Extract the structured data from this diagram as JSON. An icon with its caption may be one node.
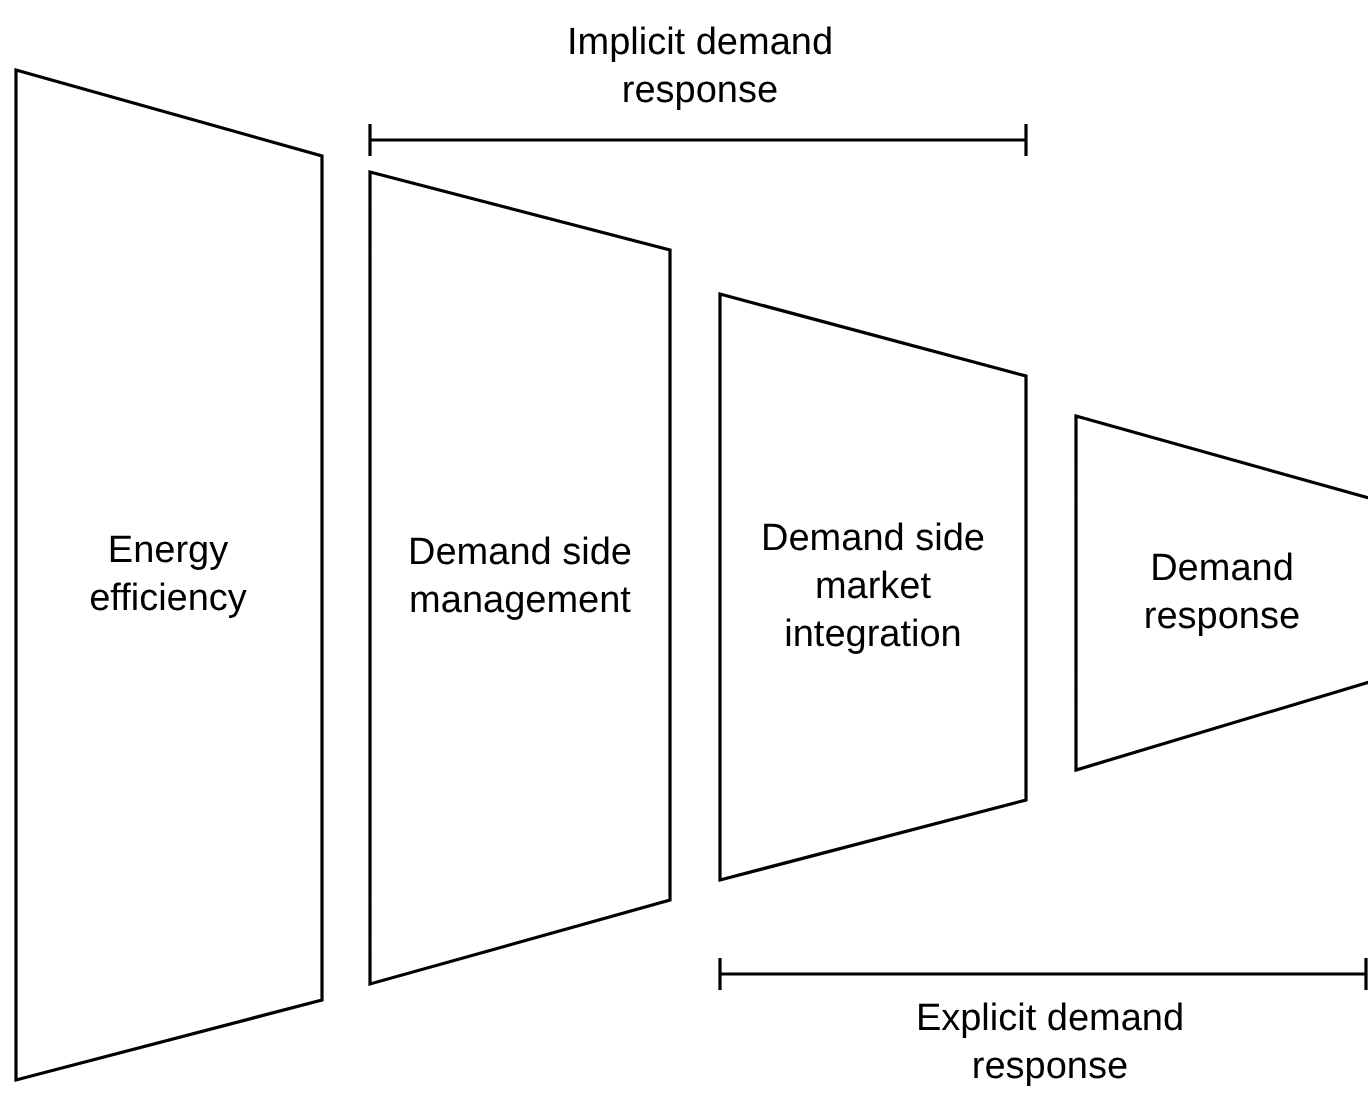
{
  "diagram": {
    "nodes": [
      {
        "text": [
          "Energy efficiency"
        ]
      },
      {
        "text": [
          "Demand side management"
        ]
      },
      {
        "text": [
          "Demand side market integration"
        ]
      },
      {
        "text": [
          "Demand response"
        ]
      }
    ],
    "labels": [
      "Implicit demand response",
      "Explicit demand response"
    ]
  }
}
